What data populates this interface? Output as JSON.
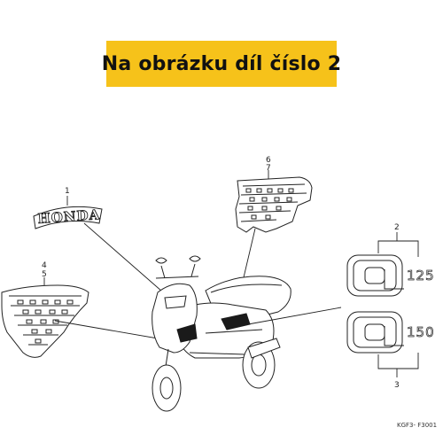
{
  "banner": {
    "text": "Na obrázku díl číslo 2",
    "color": "#f6c21a"
  },
  "callouts": {
    "c1": "1",
    "c2": "2",
    "c3": "3",
    "c4": "4",
    "c5": "5",
    "c6": "6",
    "c7": "7"
  },
  "emblem": {
    "logo_text": "HONDA",
    "model_top": "125",
    "model_bottom": "150"
  },
  "reference_code": "KGF3- F3001"
}
